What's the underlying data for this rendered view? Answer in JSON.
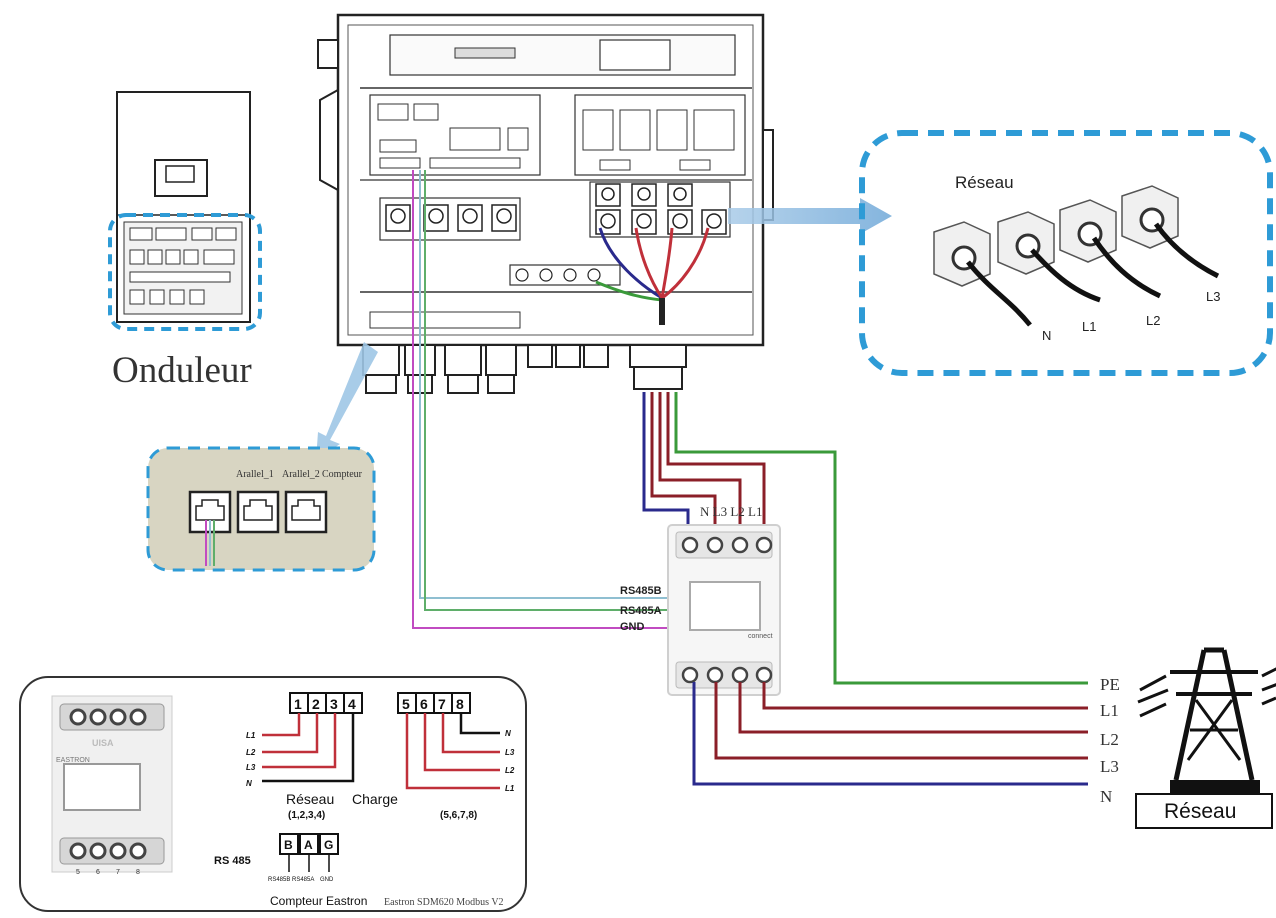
{
  "inverter_label": "Onduleur",
  "grid_box_label": "Réseau",
  "grid_terminals": [
    "N",
    "L1",
    "L2",
    "L3"
  ],
  "port_labels": [
    "Arallel_1",
    "Arallel_2",
    "Compteur"
  ],
  "meter_top_label": "N L3 L2 L1",
  "meter_small_label": "connect",
  "rs485_labels": [
    "RS485B",
    "RS485A",
    "GND"
  ],
  "line_labels": [
    "PE",
    "L1",
    "L2",
    "L3",
    "N"
  ],
  "tower_label": "Réseau",
  "inset": {
    "brand": "UISA",
    "screen": "EASTRON",
    "bottom_digits": [
      "5",
      "6",
      "7",
      "8"
    ],
    "term_left": [
      "1",
      "2",
      "3",
      "4"
    ],
    "term_right": [
      "5",
      "6",
      "7",
      "8"
    ],
    "left_lines": [
      "L1",
      "L2",
      "L3",
      "N"
    ],
    "right_lines": [
      "N",
      "L3",
      "L2",
      "L1"
    ],
    "reseau": "Réseau",
    "reseau_sub": "(1,2,3,4)",
    "charge": "Charge",
    "right_sub": "(5,6,7,8)",
    "rs485": "RS 485",
    "bag": [
      "B",
      "A",
      "G"
    ],
    "bag_sub": [
      "RS485B",
      "RS485A",
      "GND"
    ],
    "caption_main": "Compteur Eastron",
    "caption_sub": "Eastron SDM620 Modbus V2"
  }
}
